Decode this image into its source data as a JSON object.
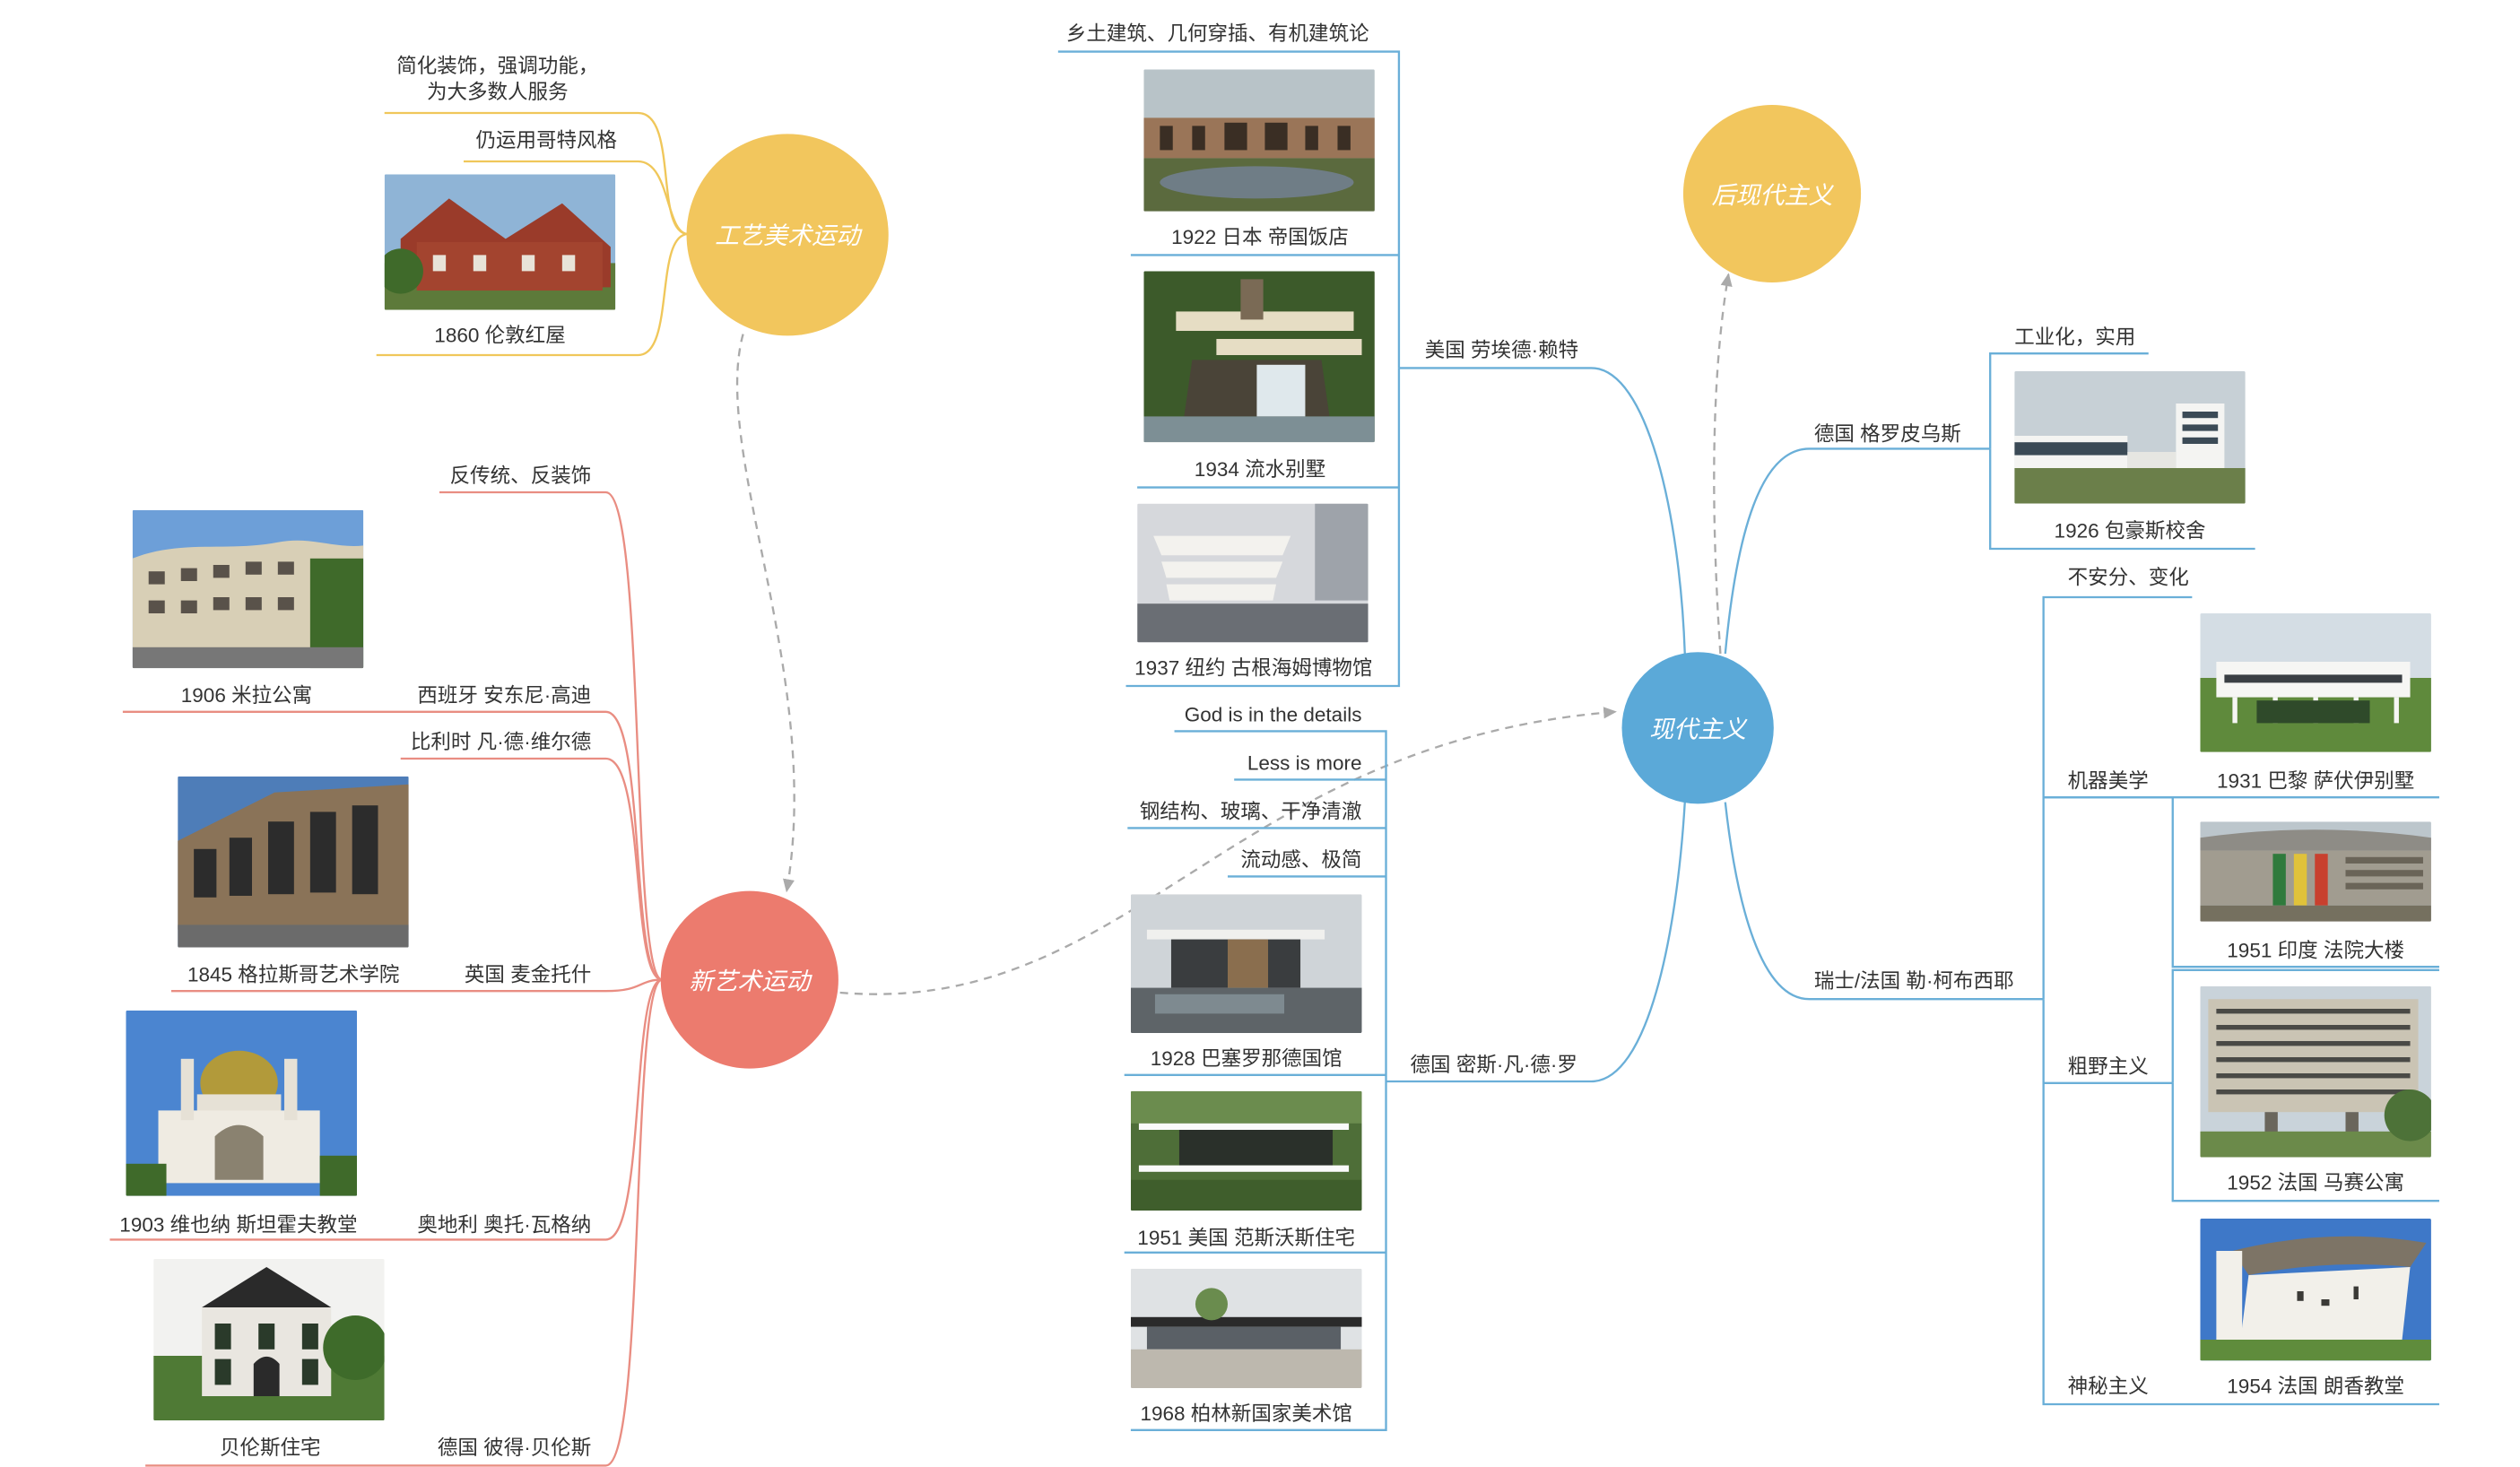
{
  "colors": {
    "yellow": "#f2c65d",
    "yellow_line": "#f0c75a",
    "red": "#ec7b6e",
    "red_line": "#e98d82",
    "blue": "#5ba9d8",
    "blue_line": "#6aafd8",
    "dashed": "#aaaaaa"
  },
  "nodes": {
    "arts_crafts": "工艺美术运动",
    "art_nouveau": "新艺术运动",
    "modernism": "现代主义",
    "postmodernism": "后现代主义"
  },
  "arts_crafts": {
    "note1": "简化装饰，强调功能，\n为大多数人服务",
    "note2": "仍运用哥特风格",
    "photo_caption": "1860 伦敦红屋",
    "photo_icon": "red-house-photo"
  },
  "art_nouveau": {
    "note": "反传统、反装饰",
    "branches": [
      {
        "label": "西班牙 安东尼·高迪",
        "caption": "1906 米拉公寓"
      },
      {
        "label": "比利时 凡·德·维尔德",
        "caption": ""
      },
      {
        "label": "英国 麦金托什",
        "caption": "1845 格拉斯哥艺术学院"
      },
      {
        "label": "奥地利 奥托·瓦格纳",
        "caption": "1903 维也纳 斯坦霍夫教堂"
      },
      {
        "label": "德国 彼得·贝伦斯",
        "caption": "贝伦斯住宅"
      }
    ]
  },
  "wright": {
    "label": "美国 劳埃德·赖特",
    "note": "乡土建筑、几何穿插、有机建筑论",
    "captions": [
      "1922 日本 帝国饭店",
      "1934 流水别墅",
      "1937 纽约 古根海姆博物馆"
    ]
  },
  "mies": {
    "label": "德国 密斯·凡·德·罗",
    "notes": [
      "God is in the details",
      "Less is more",
      "钢结构、玻璃、干净清澈",
      "流动感、极简"
    ],
    "captions": [
      "1928 巴塞罗那德国馆",
      "1951 美国 范斯沃斯住宅",
      "1968 柏林新国家美术馆"
    ]
  },
  "gropius": {
    "label": "德国 格罗皮乌斯",
    "note": "工业化，实用",
    "caption": "1926 包豪斯校舍"
  },
  "corbusier": {
    "label": "瑞士/法国 勒·柯布西耶",
    "note": "不安分、变化",
    "groups": [
      {
        "label": "机器美学",
        "captions": [
          "1931 巴黎 萨伏伊别墅",
          "1951 印度 法院大楼"
        ]
      },
      {
        "label": "粗野主义",
        "captions": [
          "1952 法国 马赛公寓"
        ]
      },
      {
        "label": "神秘主义",
        "captions": [
          "1954 法国 朗香教堂"
        ]
      }
    ]
  }
}
